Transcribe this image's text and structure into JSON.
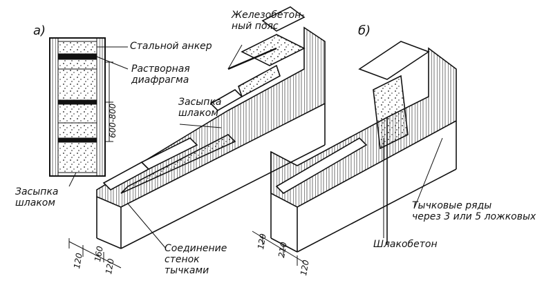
{
  "panel_a": {
    "marker": "а)",
    "steel_anchor": "Стальной анкер",
    "mortar_diaphragm": [
      "Растворная",
      "диафрагма"
    ],
    "spacing_dim": "600-800",
    "slag_fill": [
      "Засыпка",
      "шлаком"
    ],
    "dims": [
      "120",
      "160",
      "120"
    ]
  },
  "panel_main": {
    "belt": [
      "Железобетон-",
      "ный пояс"
    ],
    "slag_fill": [
      "Засыпка",
      "шлаком"
    ],
    "header_join": [
      "Соединение",
      "стенок",
      "тычками"
    ]
  },
  "panel_b": {
    "marker": "б)",
    "header_rows": [
      "Тычковые ряды",
      "через 3 или 5 ложковых"
    ],
    "slag_concrete": "Шлакобетон",
    "dims": [
      "120",
      "210",
      "120"
    ]
  },
  "colors": {
    "ink": "#111111",
    "paper": "#ffffff"
  }
}
